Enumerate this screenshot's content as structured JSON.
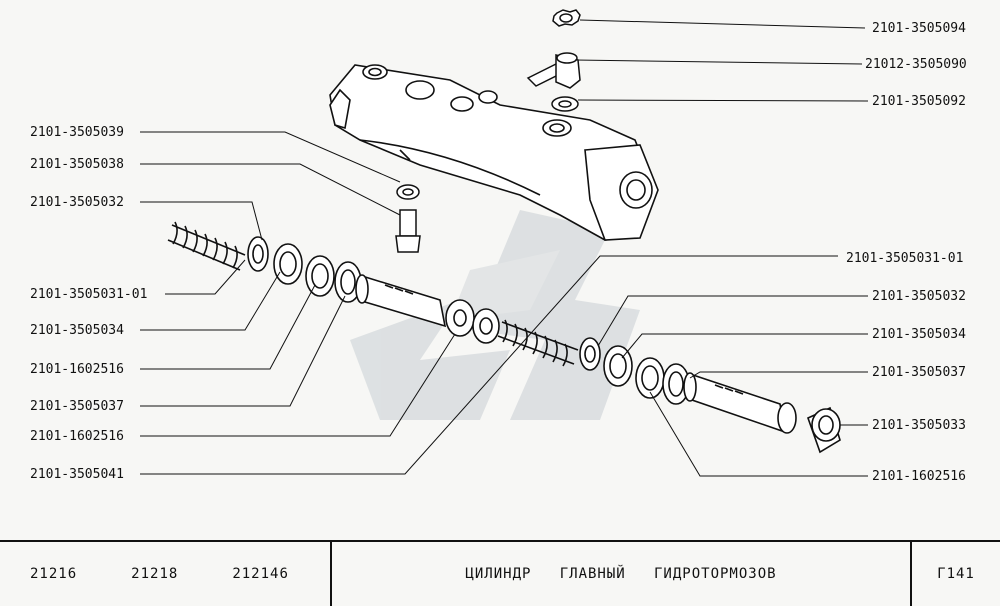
{
  "colors": {
    "ink": "#111111",
    "paper": "#f7f7f5",
    "watermark": "#c9cfd3"
  },
  "watermark": {
    "icon": "vaz-logo-watermark"
  },
  "labels": {
    "left": [
      "2101-3505039",
      "2101-3505038",
      "2101-3505032",
      "2101-3505031-01",
      "2101-3505034",
      "2101-1602516",
      "2101-3505037",
      "2101-1602516",
      "2101-3505041"
    ],
    "right": [
      "2101-3505094",
      "21012-3505090",
      "2101-3505092",
      "2101-3505031-01",
      "2101-3505032",
      "2101-3505034",
      "2101-3505037",
      "2101-3505033",
      "2101-1602516"
    ]
  },
  "footer": {
    "models": [
      "21216",
      "21218",
      "212146"
    ],
    "title": "ЦИЛИНДР   ГЛАВНЫЙ   ГИДРОТОРМОЗОВ",
    "page": "Г141"
  }
}
